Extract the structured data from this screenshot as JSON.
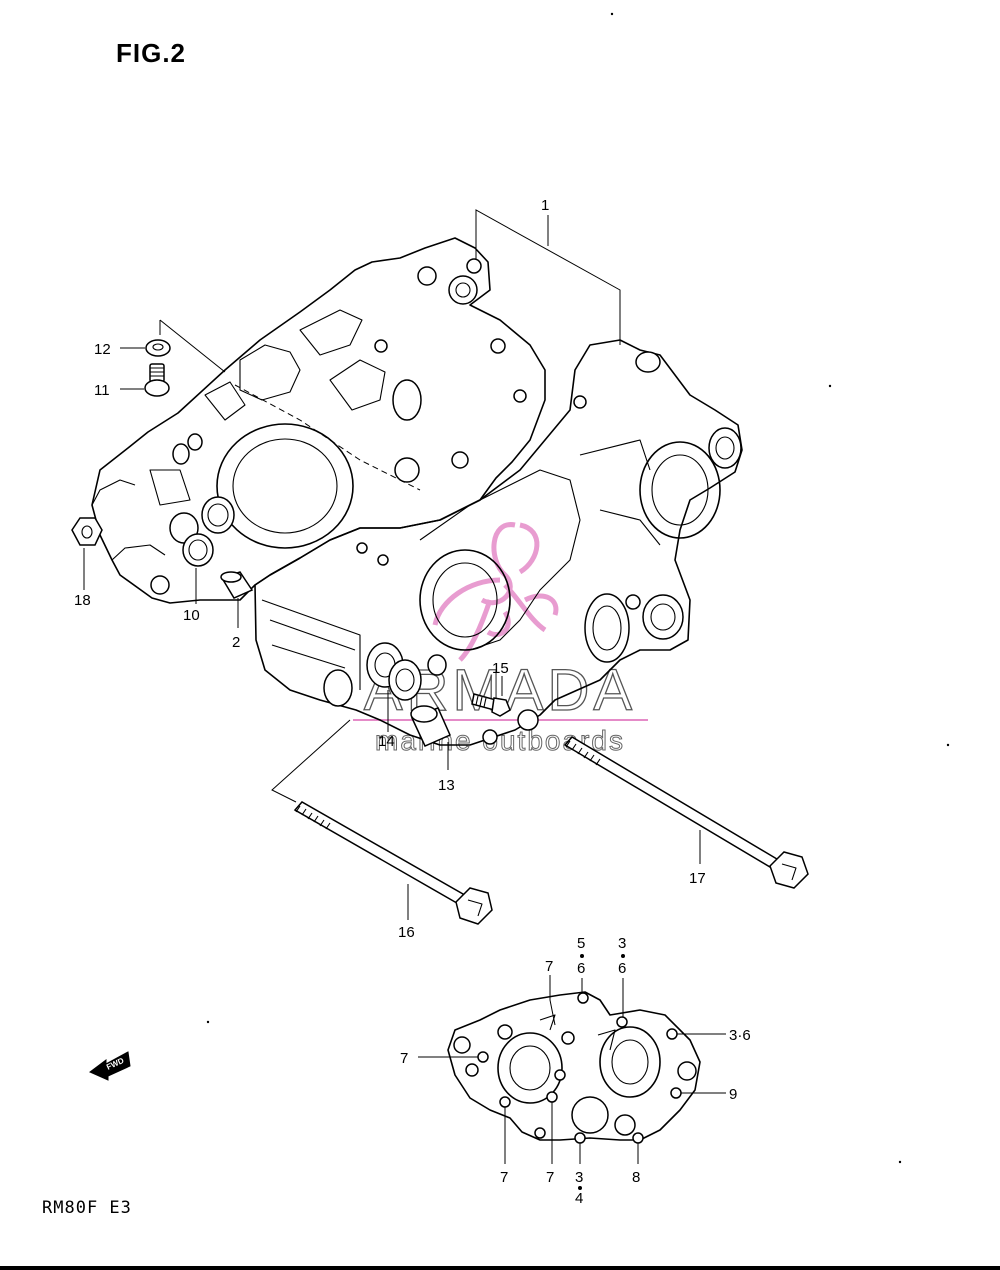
{
  "figure": {
    "title": "FIG.2",
    "model_code": "RM80F  E3"
  },
  "fwd_arrow": {
    "label": "FWD",
    "icon": "fwd-arrow-icon"
  },
  "watermark": {
    "brand": "ARMADA",
    "tagline": "marine outboards",
    "accent_color": "#e58bc8"
  },
  "callouts": {
    "c1": "1",
    "c2": "2",
    "c10": "10",
    "c11": "11",
    "c12": "12",
    "c13": "13",
    "c14": "14",
    "c15": "15",
    "c16": "16",
    "c17": "17",
    "c18": "18",
    "sub_5": "5",
    "sub_6a": "6",
    "sub_3a": "3",
    "sub_6b": "6",
    "sub_7_top": "7",
    "sub_36": "3·6",
    "sub_7_left": "7",
    "sub_9": "9",
    "sub_7_bl": "7",
    "sub_7_bm": "7",
    "sub_3b": "3",
    "sub_4": "4",
    "sub_8": "8"
  }
}
